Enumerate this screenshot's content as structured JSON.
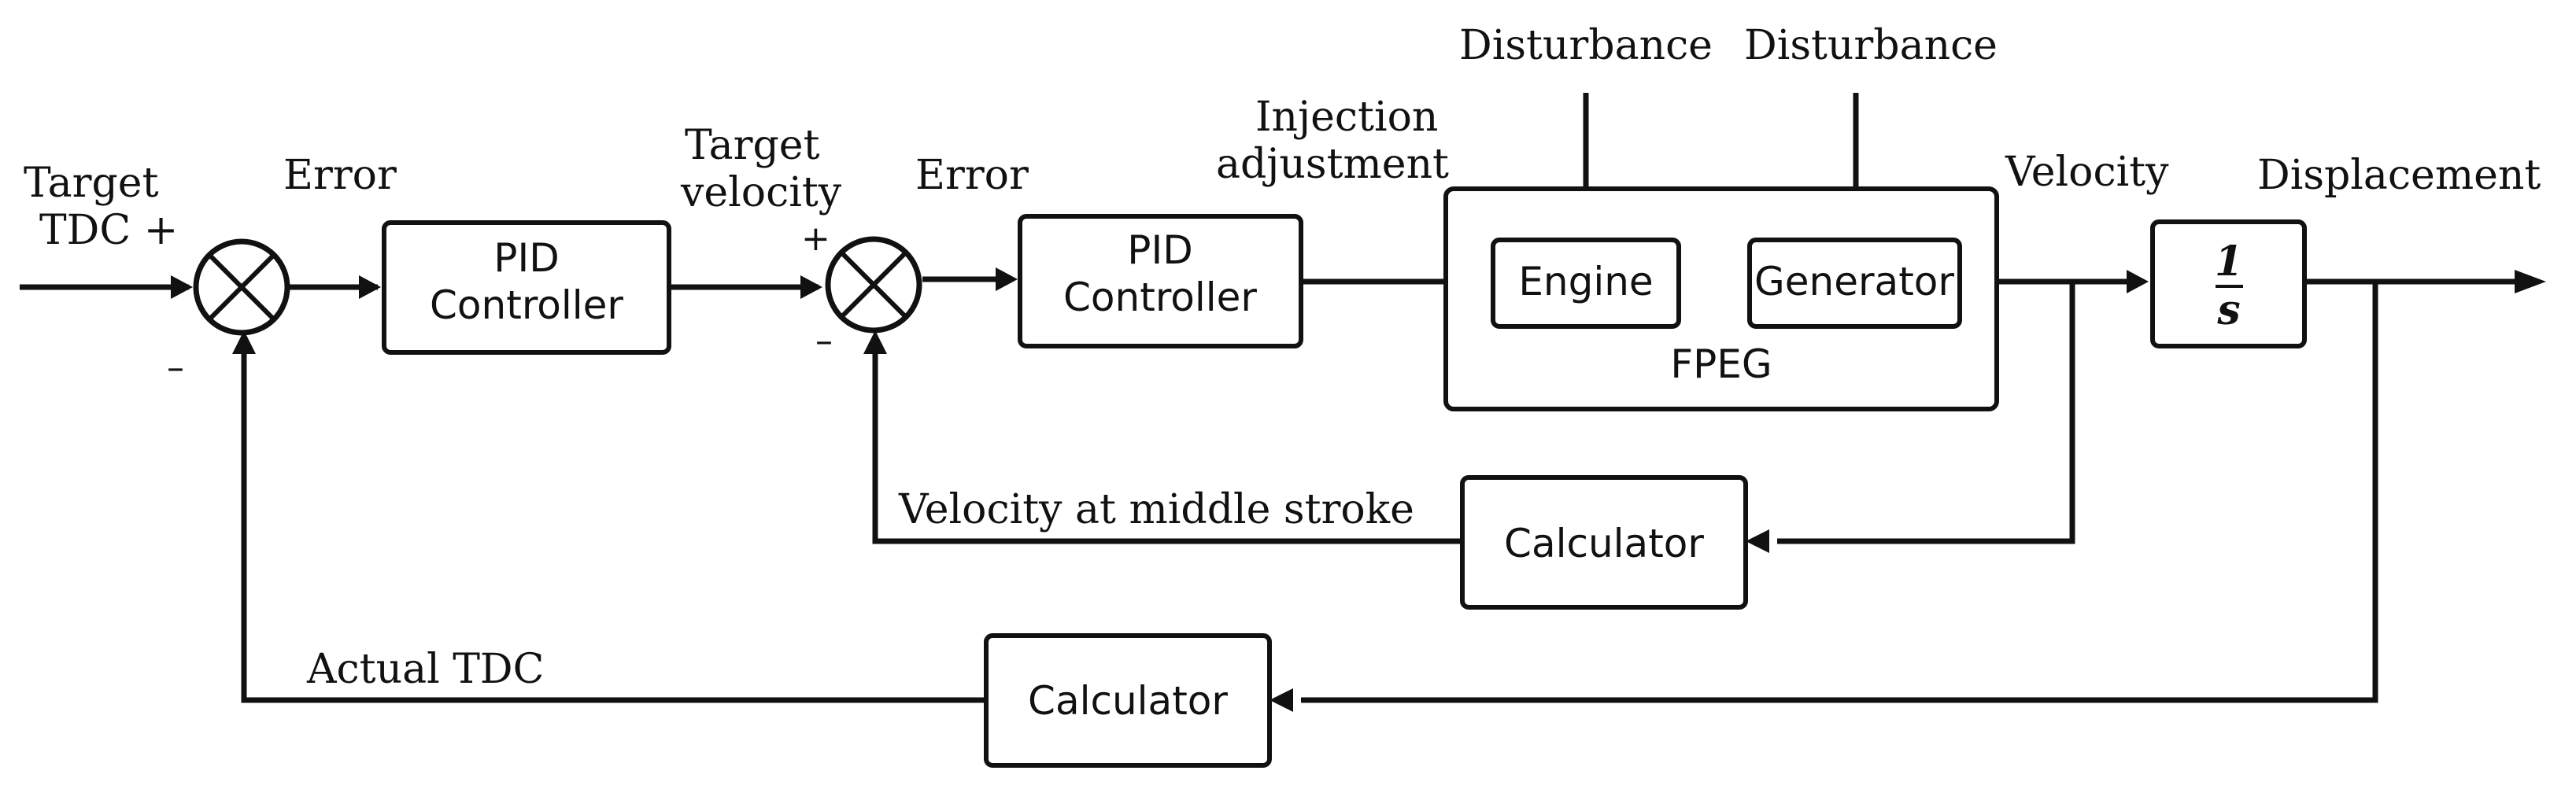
{
  "inputs": {
    "target_tdc_line1": "Target",
    "target_tdc_line2": "TDC +",
    "error_1": "Error",
    "target_velocity_line1": "Target",
    "target_velocity_line2": "velocity",
    "plus_2": "+",
    "error_2": "Error",
    "minus_1": "–",
    "minus_2": "–",
    "injection_line1": "Injection",
    "injection_line2": "adjustment",
    "disturbance_1": "Disturbance",
    "disturbance_2": "Disturbance",
    "velocity": "Velocity",
    "displacement": "Displacement",
    "velocity_mid_stroke": "Velocity at middle stroke",
    "actual_tdc": "Actual TDC"
  },
  "blocks": {
    "pid_1_line1": "PID",
    "pid_1_line2": "Controller",
    "pid_2_line1": "PID",
    "pid_2_line2": "Controller",
    "engine": "Engine",
    "generator": "Generator",
    "fpeg": "FPEG",
    "integrator_num": "1",
    "integrator_den": "s",
    "calculator_velocity": "Calculator",
    "calculator_tdc": "Calculator"
  }
}
